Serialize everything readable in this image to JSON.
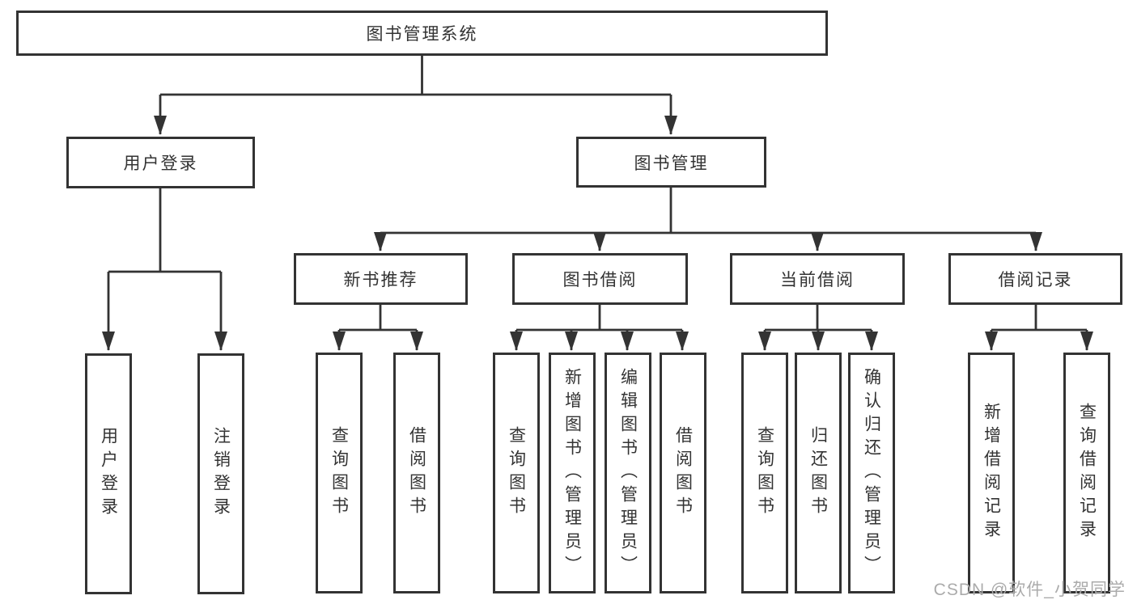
{
  "title": "图书管理系统",
  "tree": {
    "root": {
      "label": "图书管理系统"
    },
    "level2": [
      {
        "label": "用户登录",
        "children": [
          {
            "label": "用户登录"
          },
          {
            "label": "注销登录"
          }
        ]
      },
      {
        "label": "图书管理",
        "children": [
          {
            "label": "新书推荐",
            "children": [
              {
                "label": "查询图书"
              },
              {
                "label": "借阅图书"
              }
            ]
          },
          {
            "label": "图书借阅",
            "children": [
              {
                "label": "查询图书"
              },
              {
                "label": "新增图书（管理员）"
              },
              {
                "label": "编辑图书（管理员）"
              },
              {
                "label": "借阅图书"
              }
            ]
          },
          {
            "label": "当前借阅",
            "children": [
              {
                "label": "查询图书"
              },
              {
                "label": "归还图书"
              },
              {
                "label": "确认归还（管理员）"
              }
            ]
          },
          {
            "label": "借阅记录",
            "children": [
              {
                "label": "新增借阅记录"
              },
              {
                "label": "查询借阅记录"
              }
            ]
          }
        ]
      }
    ]
  },
  "watermark": {
    "text": "CSDN @软件_小贺同学"
  },
  "colors": {
    "line": "#333333",
    "box_border": "#333333",
    "text": "#333333",
    "watermark": "#ababab",
    "background": "#ffffff"
  }
}
